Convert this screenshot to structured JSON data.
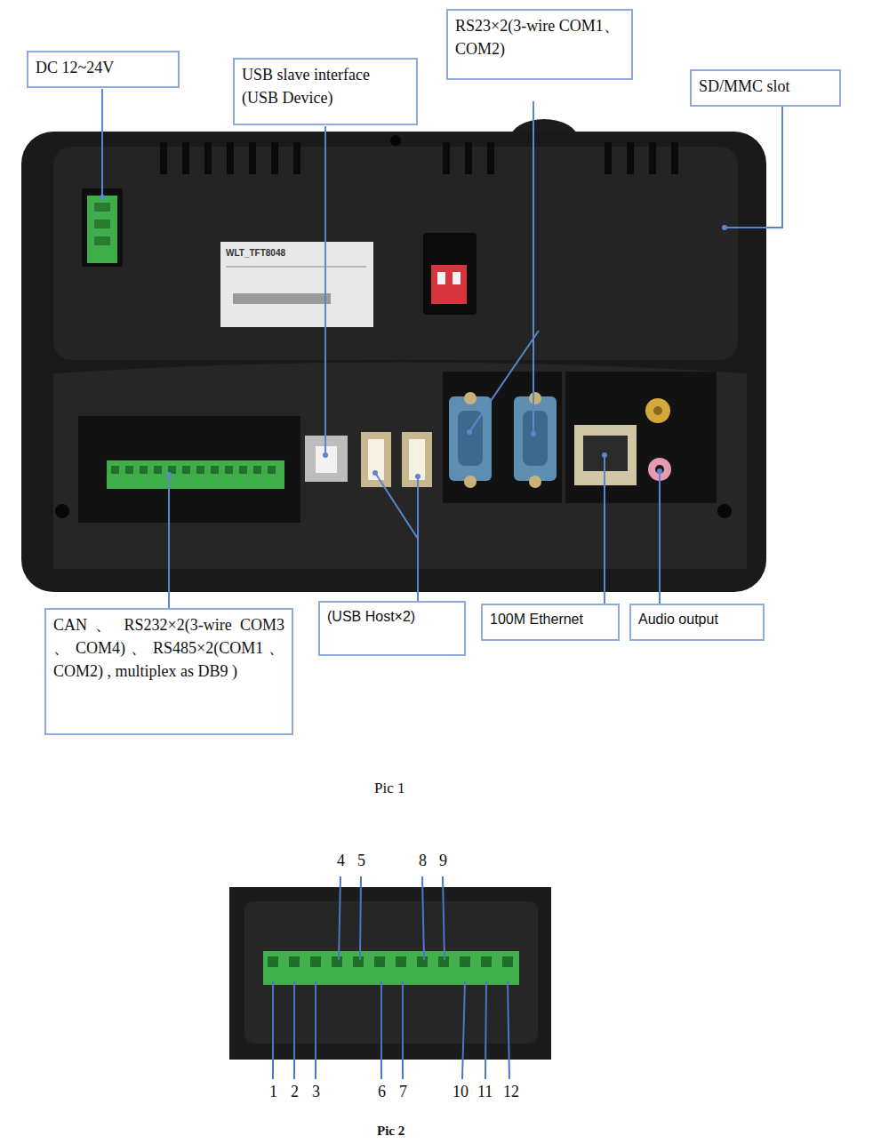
{
  "diagram": {
    "nodes": [
      {
        "text": [
          "DC 12~24V"
        ]
      },
      {
        "text": [
          "USB slave interface (USB Device)"
        ]
      },
      {
        "text": [
          "RS23×2(3-wire COM1、COM2)"
        ]
      },
      {
        "text": [
          "SD/MMC slot"
        ]
      },
      {
        "text": [
          "CAN 、 RS232×2(3-wire COM3 、 COM4) 、 RS485×2(COM1 、 COM2) , multiplex as DB9 )"
        ]
      },
      {
        "text": [
          "(USB Host×2)"
        ]
      },
      {
        "text": [
          "100M Ethernet"
        ]
      },
      {
        "text": [
          "Audio output"
        ]
      }
    ],
    "labels": [
      "WLT_TFT8048",
      "Pic 1",
      "4",
      "5",
      "8",
      "9",
      "1",
      "2",
      "3",
      "6",
      "7",
      "10",
      "11",
      "12",
      "Pic 2"
    ]
  }
}
